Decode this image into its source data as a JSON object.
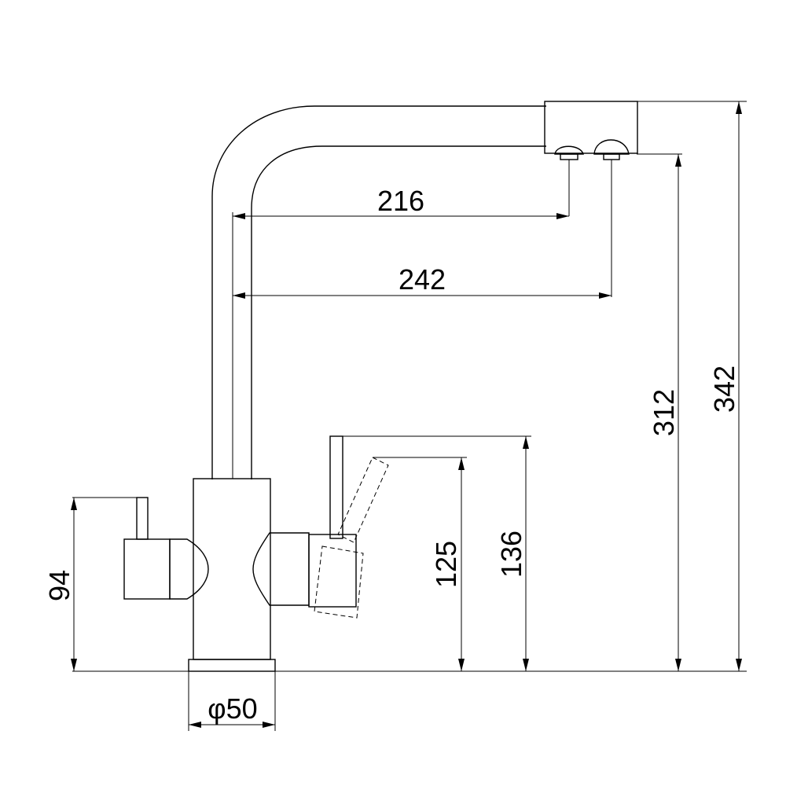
{
  "dimensions": {
    "spout_reach_inner": "216",
    "spout_reach_outer": "242",
    "spout_height": "312",
    "total_height": "342",
    "filter_spout_inner_height": "125",
    "filter_spout_outer_height": "136",
    "lever_height": "94",
    "base_diameter": "φ50"
  },
  "colors": {
    "line": "#000000",
    "background": "#ffffff"
  }
}
